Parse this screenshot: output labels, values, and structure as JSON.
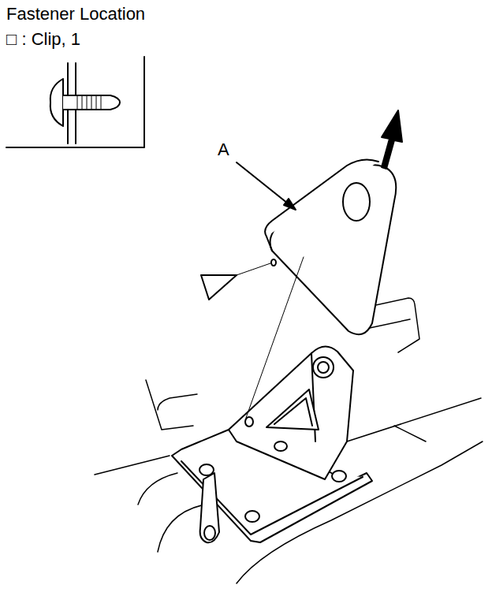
{
  "diagram": {
    "title": "Fastener Location",
    "labels": [
      "□ : Clip, 1",
      "A"
    ]
  }
}
